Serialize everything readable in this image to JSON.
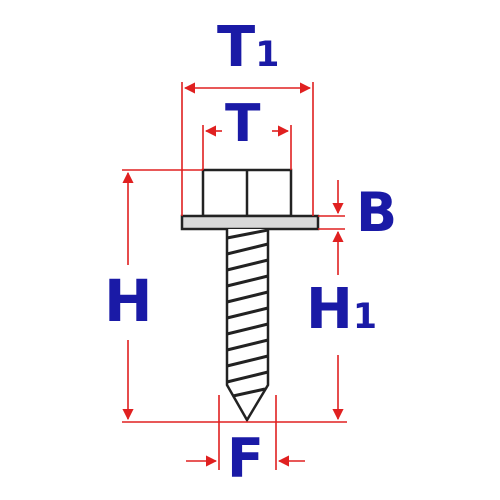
{
  "labels": {
    "t1": {
      "main": "T",
      "sub": "1"
    },
    "t": {
      "main": "T"
    },
    "b": {
      "main": "B"
    },
    "h": {
      "main": "H"
    },
    "h1": {
      "main": "H",
      "sub": "1"
    },
    "f": {
      "main": "F"
    }
  },
  "colors": {
    "dimension": "#e02020",
    "label": "#1a1aa6",
    "outline": "#222222",
    "washer_fill": "#d9d9d9",
    "background": "#ffffff"
  }
}
